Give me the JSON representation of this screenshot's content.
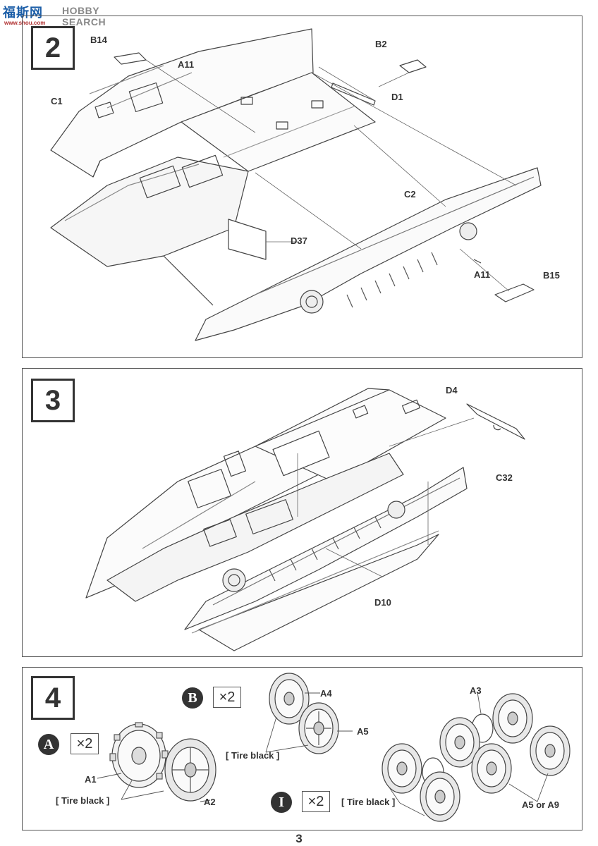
{
  "watermark": {
    "brand_cn": "福斯网",
    "brand_en": "HOBBY SEARCH",
    "url": "www.shou.com"
  },
  "steps": [
    {
      "number": "2",
      "labels": {
        "b14": "B14",
        "a11_top": "A11",
        "c1": "C1",
        "b2": "B2",
        "d1": "D1",
        "c2": "C2",
        "d37": "D37",
        "a11_bottom": "A11",
        "b15": "B15"
      }
    },
    {
      "number": "3",
      "labels": {
        "d4": "D4",
        "c32": "C32",
        "d10": "D10"
      }
    },
    {
      "number": "4",
      "subassemblies": {
        "a": {
          "letter": "A",
          "quantity": "×2",
          "labels": {
            "a1": "A1",
            "a2": "A2"
          },
          "note": "[ Tire black ]"
        },
        "b": {
          "letter": "B",
          "quantity": "×2",
          "labels": {
            "a4": "A4",
            "a5": "A5"
          },
          "note": "[ Tire black ]"
        },
        "i": {
          "letter": "I",
          "quantity": "×2"
        },
        "right": {
          "labels": {
            "a3": "A3",
            "a5_or_a9": "A5 or A9"
          },
          "note": "[ Tire black ]"
        }
      }
    }
  ],
  "page_number": "3",
  "colors": {
    "ink": "#333333",
    "frame": "#555555",
    "watermark_blue": "#1d5fa8",
    "watermark_gray": "#888888",
    "watermark_red": "#b03030"
  }
}
